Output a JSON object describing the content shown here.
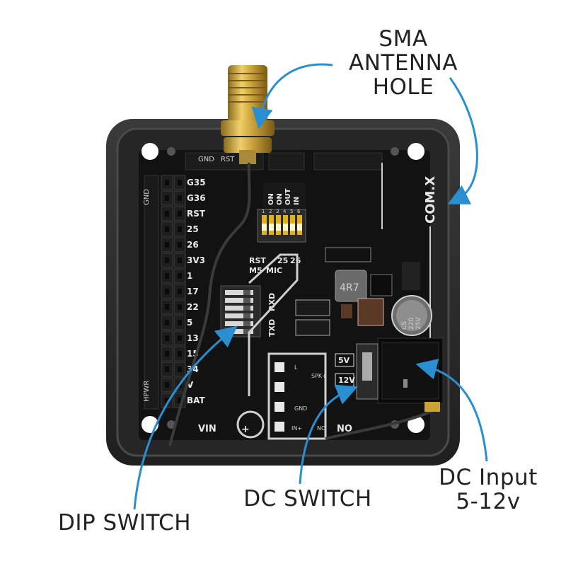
{
  "callouts": {
    "sma": [
      "SMA",
      "ANTENNA",
      "HOLE"
    ],
    "dip": "DIP SWITCH",
    "dc_switch": "DC SWITCH",
    "dc_input": [
      "DC Input",
      "5-12v"
    ]
  },
  "board": {
    "module_label": "COM.X",
    "header_labels": [
      "G35",
      "G36",
      "RST",
      "25",
      "26",
      "3V3",
      "1",
      "17",
      "22",
      "5",
      "13",
      "15",
      "34",
      "V",
      "BAT"
    ],
    "left_labels": [
      "GND",
      "HPWR"
    ],
    "dip_top_labels": [
      "ON",
      "ON",
      "OUT",
      "IN"
    ],
    "dip_top_numbers": [
      "1",
      "2",
      "3",
      "4",
      "5",
      "6"
    ],
    "dip_side_labels": [
      "TXD",
      "RXD"
    ],
    "bottom_row_labels": [
      "RST",
      "M5",
      "MIC",
      "25",
      "26"
    ],
    "switch_labels": [
      "5V",
      "12V"
    ],
    "cap_label": [
      "CS",
      "220",
      "25V"
    ],
    "inductor_label": "4R7",
    "pad_labels": [
      "L",
      "SPK+",
      "GND",
      "IN+",
      "NC"
    ],
    "bottom_labels": [
      "VIN",
      "NO"
    ],
    "top_header_labels": [
      "GND",
      "RST"
    ]
  },
  "colors": {
    "case": "#2b2b2b",
    "pcb": "#121212",
    "arrow": "#2a8fd0",
    "brass": "#c9a23a"
  }
}
